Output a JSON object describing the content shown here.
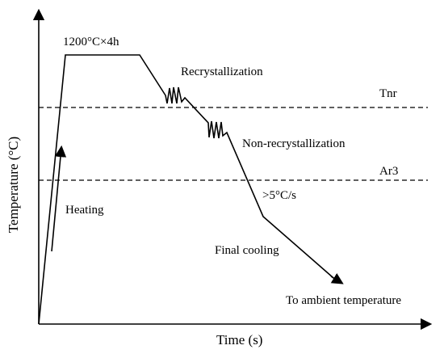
{
  "diagram": {
    "ylabel": "Temperature (°C)",
    "xlabel": "Time (s)",
    "stage_labels": {
      "soak": "1200°C×4h",
      "recrystallization": "Recrystallization",
      "non_recrystallization": "Non-recrystallization",
      "heating": "Heating",
      "cooling_rate": ">5°C/s",
      "final_cooling": "Final cooling",
      "ambient": "To ambient temperature"
    },
    "reference_lines": {
      "tnr": "Tnr",
      "ar3": "Ar3"
    },
    "colors": {
      "ink": "#000000",
      "background": "#ffffff"
    }
  }
}
